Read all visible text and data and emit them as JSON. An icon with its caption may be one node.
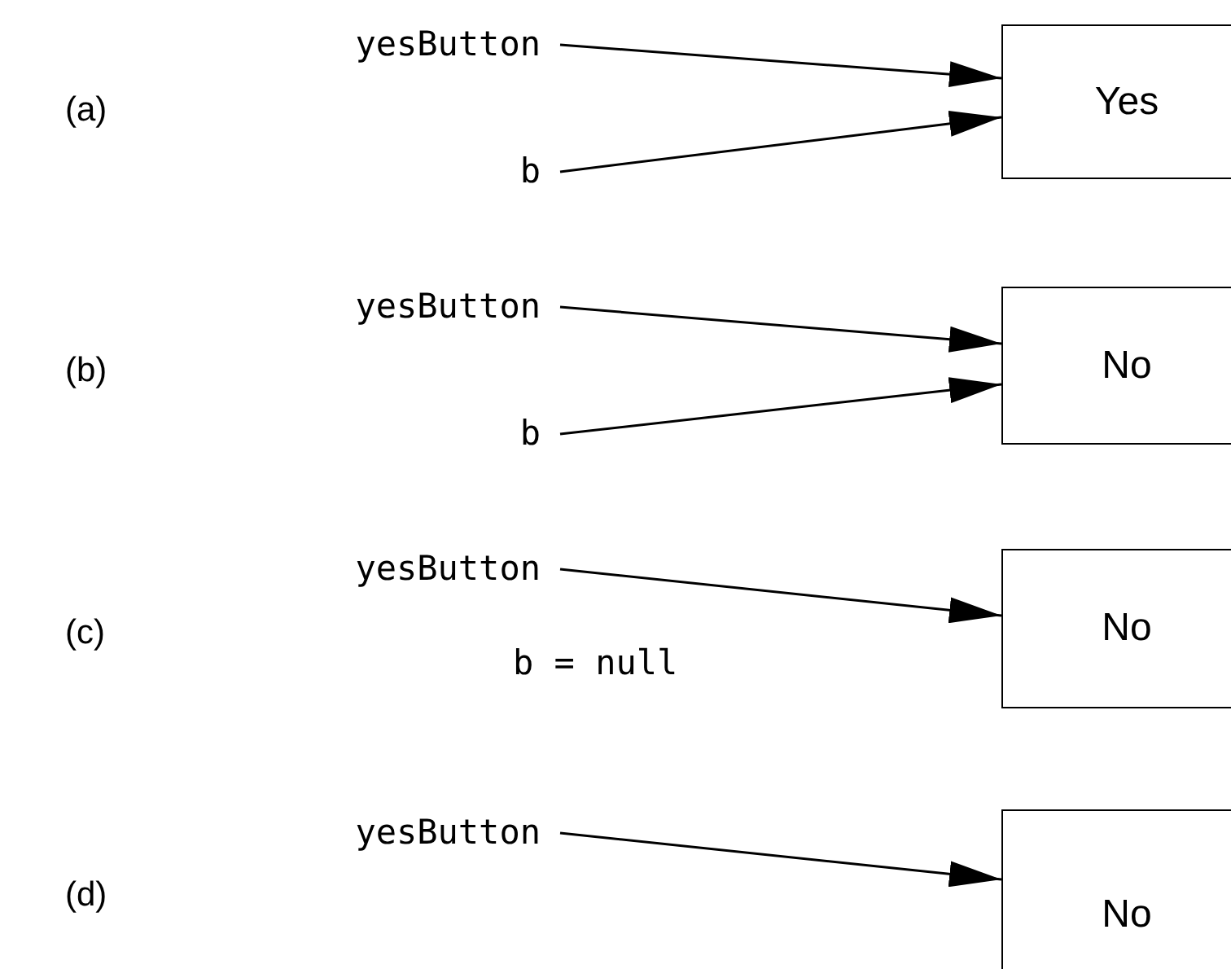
{
  "diagram": {
    "nodes": [
      {
        "text": [
          "yesButton"
        ]
      },
      {
        "text": [
          "Yes"
        ]
      },
      {
        "text": [
          "b"
        ]
      },
      {
        "text": [
          "yesButton"
        ]
      },
      {
        "text": [
          "No"
        ]
      },
      {
        "text": [
          "b"
        ]
      },
      {
        "text": [
          "yesButton"
        ]
      },
      {
        "text": [
          "No"
        ]
      },
      {
        "text": [
          "yesButton"
        ]
      },
      {
        "text": [
          "No"
        ]
      }
    ],
    "edges": [
      {
        "from": 0,
        "to": 1,
        "arrow": "to"
      },
      {
        "from": 2,
        "to": 1,
        "arrow": "to"
      },
      {
        "from": 3,
        "to": 4,
        "arrow": "to"
      },
      {
        "from": 5,
        "to": 4,
        "arrow": "to"
      },
      {
        "from": 6,
        "to": 7,
        "arrow": "to"
      },
      {
        "from": 8,
        "to": 9,
        "arrow": "to"
      }
    ],
    "labels": [
      "(a)",
      "(b)",
      "(c)",
      "b = null",
      "(d)"
    ]
  }
}
